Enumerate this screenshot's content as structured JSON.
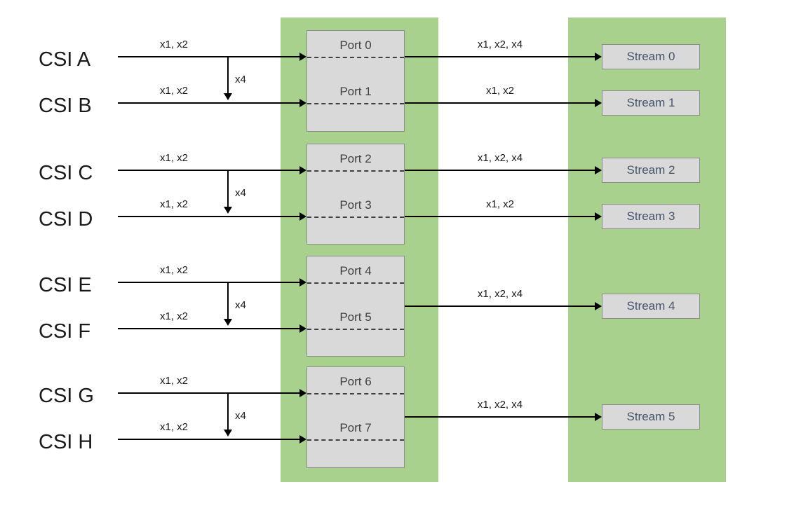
{
  "colors": {
    "column_green": "#A9D18E",
    "box_gray": "#D9D9D9",
    "box_border": "#8C8C8C",
    "port_text": "#404040",
    "stream_text": "#44546A",
    "arrow": "#000000",
    "label_text": "#1a1a1a"
  },
  "csi_inputs": [
    {
      "label": "CSI A",
      "arrow_label": "x1, x2"
    },
    {
      "label": "CSI B",
      "arrow_label": "x1, x2"
    },
    {
      "label": "CSI C",
      "arrow_label": "x1, x2"
    },
    {
      "label": "CSI D",
      "arrow_label": "x1, x2"
    },
    {
      "label": "CSI E",
      "arrow_label": "x1, x2"
    },
    {
      "label": "CSI F",
      "arrow_label": "x1, x2"
    },
    {
      "label": "CSI G",
      "arrow_label": "x1, x2"
    },
    {
      "label": "CSI H",
      "arrow_label": "x1, x2"
    }
  ],
  "port_groups": [
    {
      "ports": [
        "Port 0",
        "Port 1"
      ],
      "lane_label": "x4"
    },
    {
      "ports": [
        "Port 2",
        "Port 3"
      ],
      "lane_label": "x4"
    },
    {
      "ports": [
        "Port 4",
        "Port 5"
      ],
      "lane_label": "x4"
    },
    {
      "ports": [
        "Port 6",
        "Port 7"
      ],
      "lane_label": "x4"
    }
  ],
  "streams": [
    {
      "label": "Stream 0",
      "arrow_label": "x1, x2, x4"
    },
    {
      "label": "Stream 1",
      "arrow_label": "x1, x2"
    },
    {
      "label": "Stream 2",
      "arrow_label": "x1, x2, x4"
    },
    {
      "label": "Stream 3",
      "arrow_label": "x1, x2"
    },
    {
      "label": "Stream 4",
      "arrow_label": "x1, x2, x4"
    },
    {
      "label": "Stream 5",
      "arrow_label": "x1, x2, x4"
    }
  ]
}
